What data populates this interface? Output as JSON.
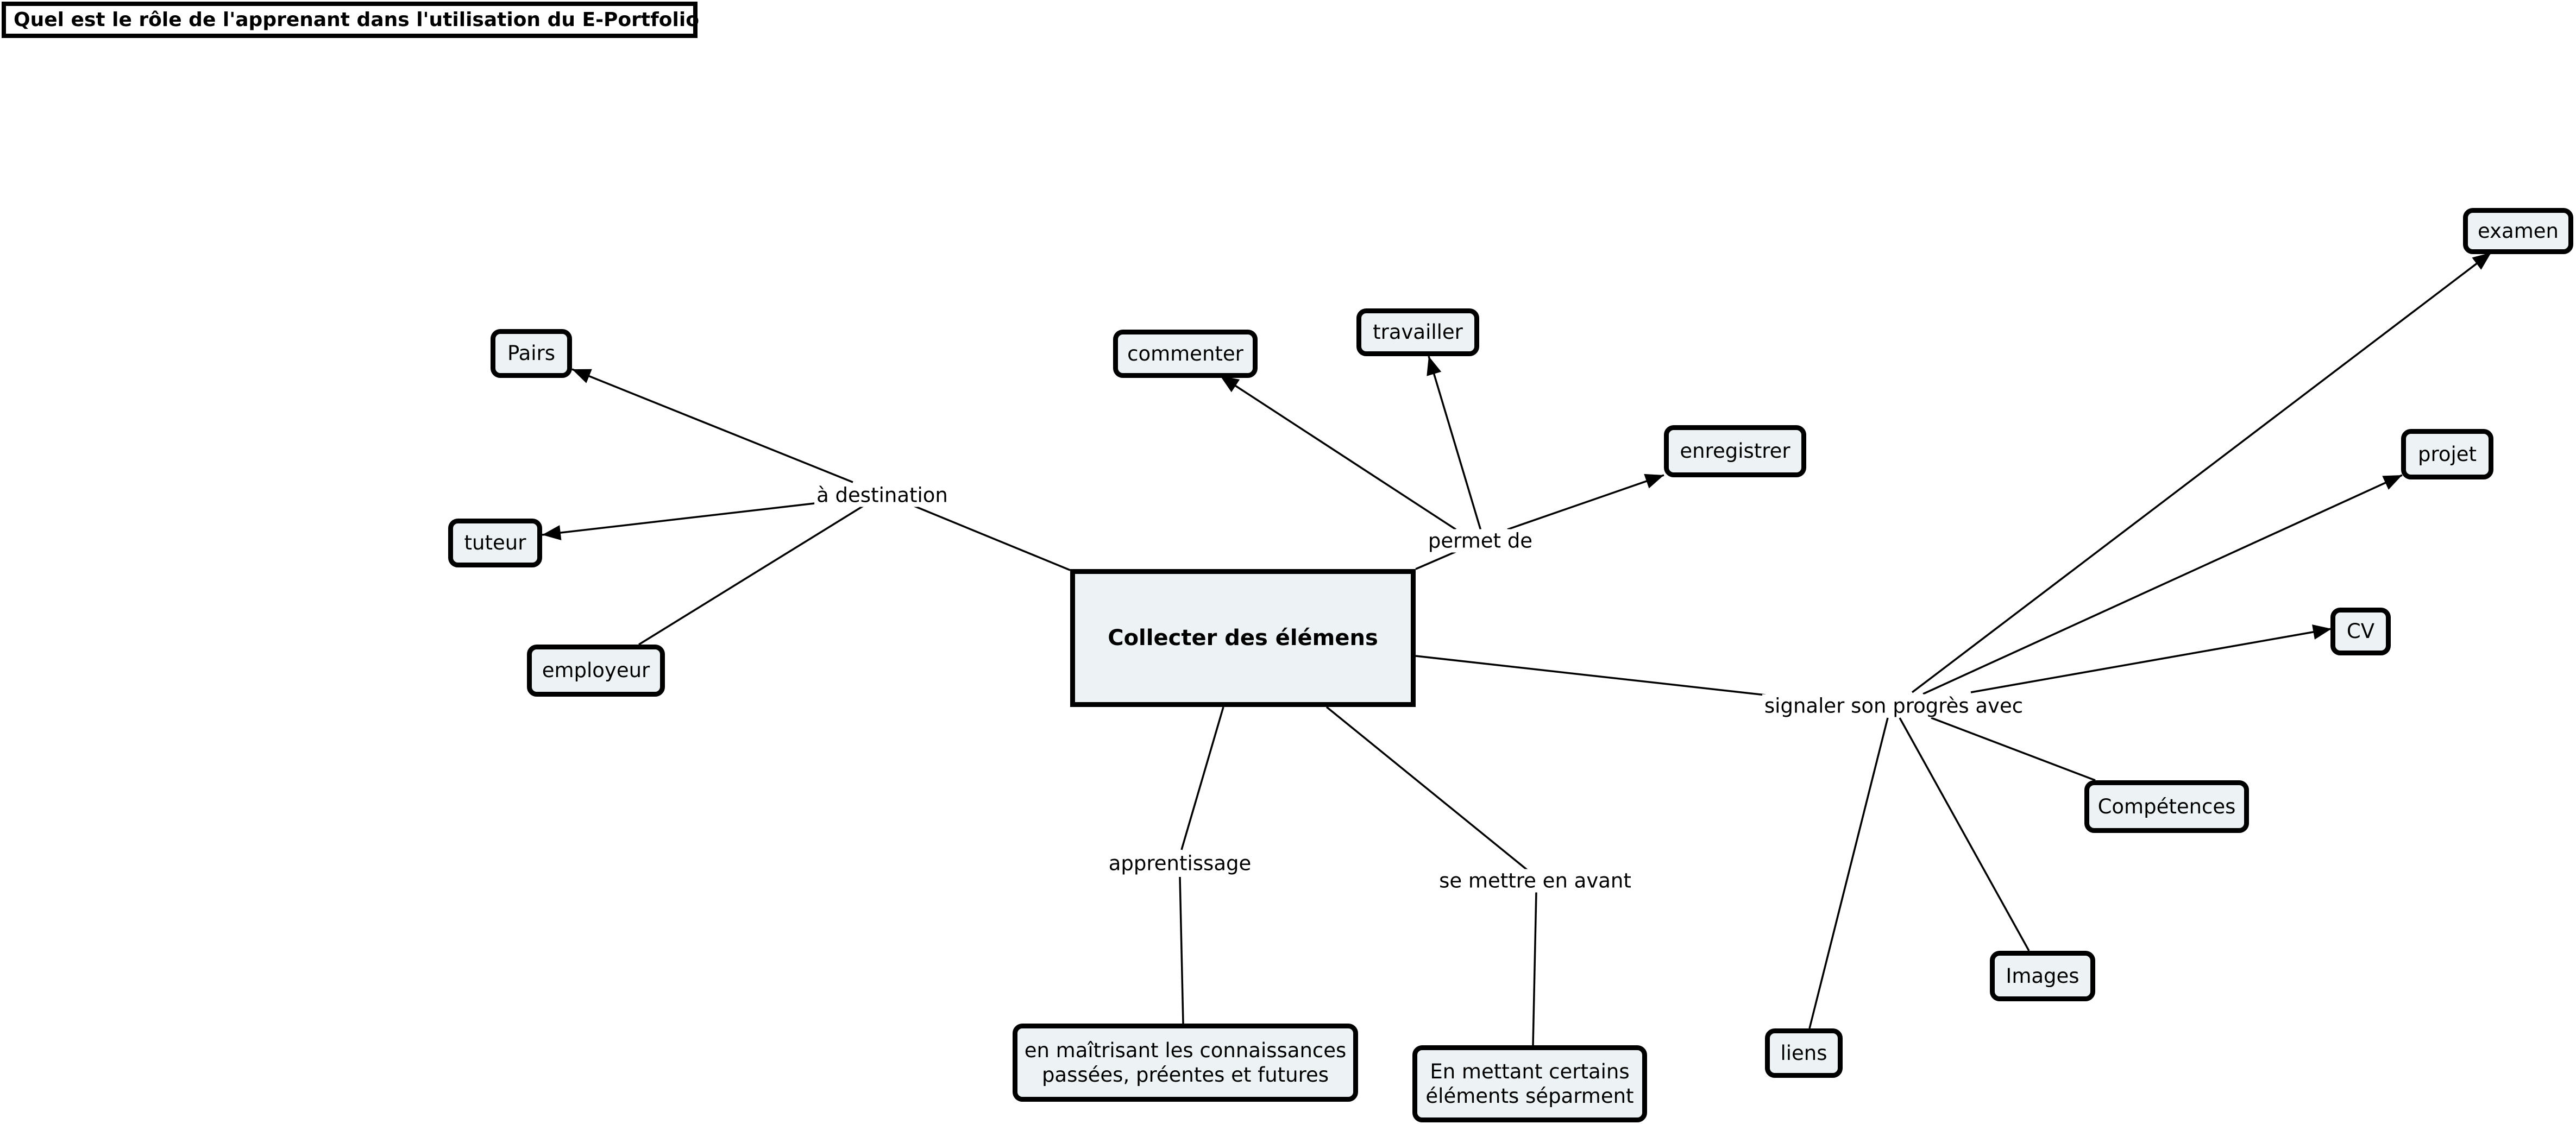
{
  "title": "Quel est le rôle de l'apprenant dans l'utilisation du E-Portfolio",
  "colors": {
    "node_fill": "#edf3f4",
    "border": "#000000",
    "background": "#ffffff"
  },
  "concepts": {
    "main": "Collecter des élémens",
    "pairs": "Pairs",
    "tuteur": "tuteur",
    "employeur": "employeur",
    "commenter": "commenter",
    "travailler": "travailler",
    "enregistrer": "enregistrer",
    "examen": "examen",
    "projet": "projet",
    "cv": "CV",
    "competences": "Compétences",
    "images": "Images",
    "liens": "liens",
    "maitrisant": "en maîtrisant les connaissances\npassées, préentes et futures",
    "separement": "En mettant certains\néléments séparment"
  },
  "links": {
    "destination": "à destination",
    "permet": "permet de",
    "signaler": "signaler son progrès avec",
    "apprentissage": "apprentissage",
    "mettre_avant": "se mettre en avant"
  }
}
